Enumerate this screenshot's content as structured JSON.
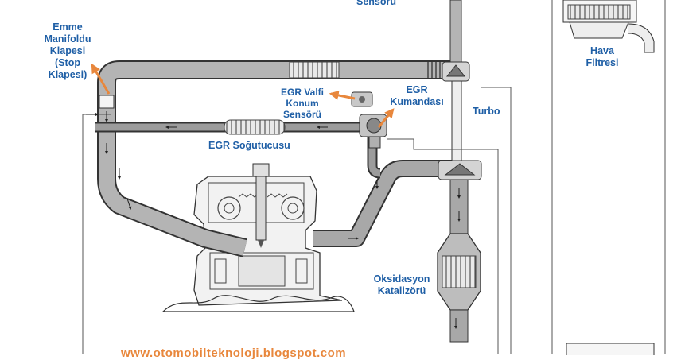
{
  "labels": {
    "emme_line1": "Emme",
    "emme_line2": "Manifoldu",
    "emme_line3": "Klapesi",
    "emme_line4": "(Stop",
    "emme_line5": "Klapesi)",
    "sensor_top": "Sensörü",
    "hava_line1": "Hava",
    "hava_line2": "Filtresi",
    "egr_valf_line1": "EGR Valfi",
    "egr_valf_line2": "Konum",
    "egr_valf_line3": "Sensörü",
    "egr_kum_line1": "EGR",
    "egr_kum_line2": "Kumandası",
    "turbo": "Turbo",
    "egr_sogutucu": "EGR Soğutucusu",
    "oks_line1": "Oksidasyon",
    "oks_line2": "Katalizörü"
  },
  "watermark": "www.otomobilteknoloji.blogspot.com",
  "colors": {
    "label": "#1f5fa6",
    "pointer_arrow": "#e8873c",
    "duct_fill": "#b4b4b4",
    "duct_outline": "#333333",
    "engine_fill": "#f2f2f2"
  }
}
